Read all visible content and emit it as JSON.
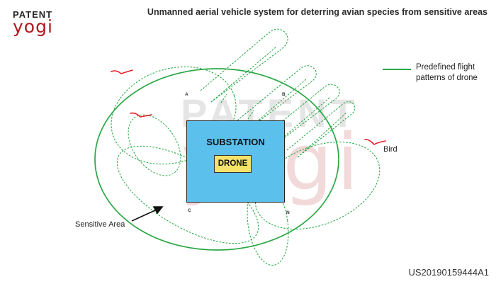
{
  "logo": {
    "top": "PATENT",
    "bottom": "yogi"
  },
  "title": "Unmanned aerial vehicle system for deterring avian species from sensitive areas",
  "legend": {
    "text": "Predefined flight patterns of drone",
    "color": "#2aa846"
  },
  "substation": {
    "label": "SUBSTATION",
    "color": "#5bc0ec"
  },
  "drone": {
    "label": "DRONE",
    "color": "#f4e26a"
  },
  "labels": {
    "bird": "Bird",
    "sensitive_area": "Sensitive Area"
  },
  "points": {
    "a": "A",
    "b": "B",
    "c": "C",
    "n": "N"
  },
  "patent_number": "US20190159444A1",
  "colors": {
    "bird": "#e8202a",
    "flight_path": "#2aa846",
    "brand": "#b0181f"
  }
}
